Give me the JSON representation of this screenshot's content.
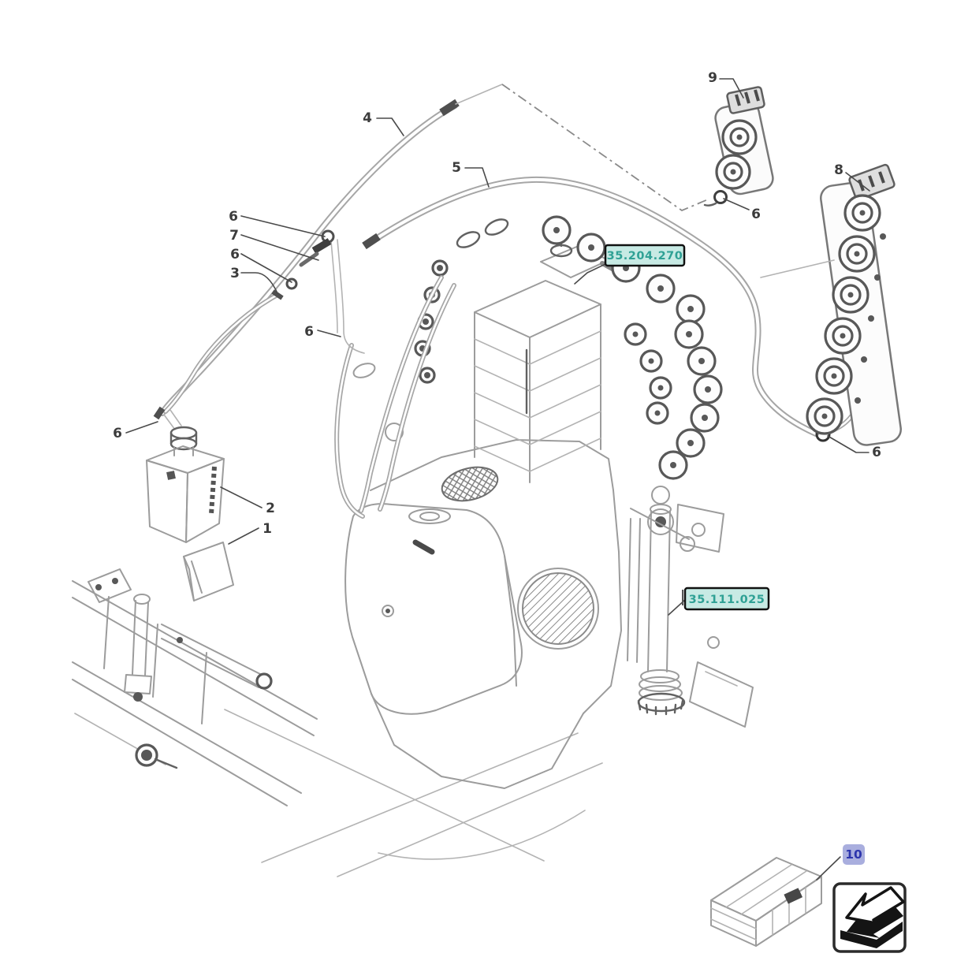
{
  "colors": {
    "line": "#9c9c9c",
    "dark_line": "#616161",
    "callout_text": "#3c3c3c",
    "ref_label_bg": "#c7eae4",
    "ref_label_text": "#2fa195",
    "ref_label_border": "#111111",
    "part10_bg": "#a9aede",
    "part10_text": "#2d35ad"
  },
  "callouts": [
    {
      "label": "4"
    },
    {
      "label": "5"
    },
    {
      "label": "6"
    },
    {
      "label": "7"
    },
    {
      "label": "6"
    },
    {
      "label": "3"
    },
    {
      "label": "6"
    },
    {
      "label": "6"
    },
    {
      "label": "2"
    },
    {
      "label": "1"
    },
    {
      "label": "9"
    },
    {
      "label": "6"
    },
    {
      "label": "8"
    },
    {
      "label": "6"
    }
  ],
  "ref_labels": [
    {
      "text": "35.204.270"
    },
    {
      "text": "35.111.025"
    }
  ],
  "part10": {
    "label": "10"
  },
  "icons": {
    "unpack_arrow": "unpack-arrow-icon",
    "crate": "shipping-crate"
  }
}
